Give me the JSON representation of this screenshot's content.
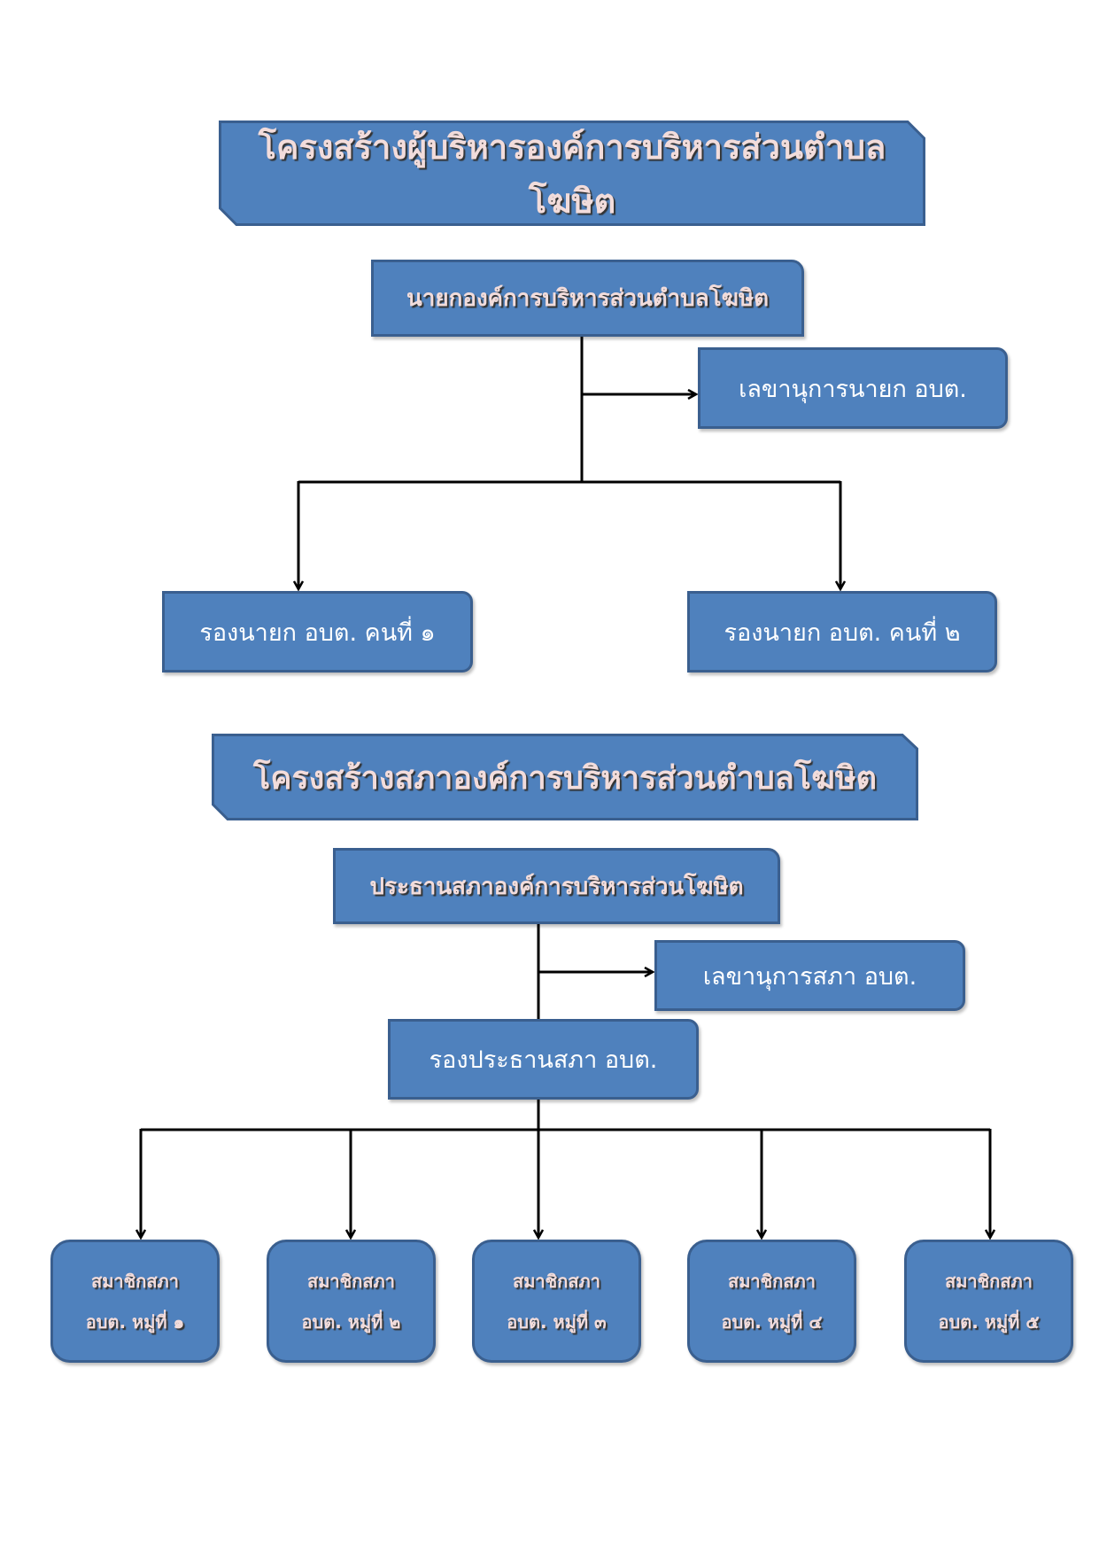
{
  "executive": {
    "title": "โครงสร้างผู้บริหารองค์การบริหารส่วนตำบลโฆษิต",
    "mayor": "นายกองค์การบริหารส่วนตำบลโฆษิต",
    "secretary": "เลขานุการนายก อบต.",
    "deputies": [
      "รองนายก อบต. คนที่ ๑",
      "รองนายก อบต. คนที่ ๒"
    ]
  },
  "council": {
    "title": "โครงสร้างสภาองค์การบริหารส่วนตำบลโฆษิต",
    "chairman": "ประธานสภาองค์การบริหารส่วนโฆษิต",
    "secretary": "เลขานุการสภา อบต.",
    "vice_chairman": "รองประธานสภา อบต.",
    "members": [
      {
        "line1": "สมาชิกสภา",
        "line2": "อบต. หมู่ที่ ๑"
      },
      {
        "line1": "สมาชิกสภา",
        "line2": "อบต. หมู่ที่ ๒"
      },
      {
        "line1": "สมาชิกสภา",
        "line2": "อบต. หมู่ที่ ๓"
      },
      {
        "line1": "สมาชิกสภา",
        "line2": "อบต. หมู่ที่ ๔"
      },
      {
        "line1": "สมาชิกสภา",
        "line2": "อบต. หมู่ที่ ๕"
      }
    ]
  },
  "colors": {
    "box_fill": "#4f81bd",
    "box_border": "#3a5f8f",
    "heading_text": "#f2dcdb"
  }
}
